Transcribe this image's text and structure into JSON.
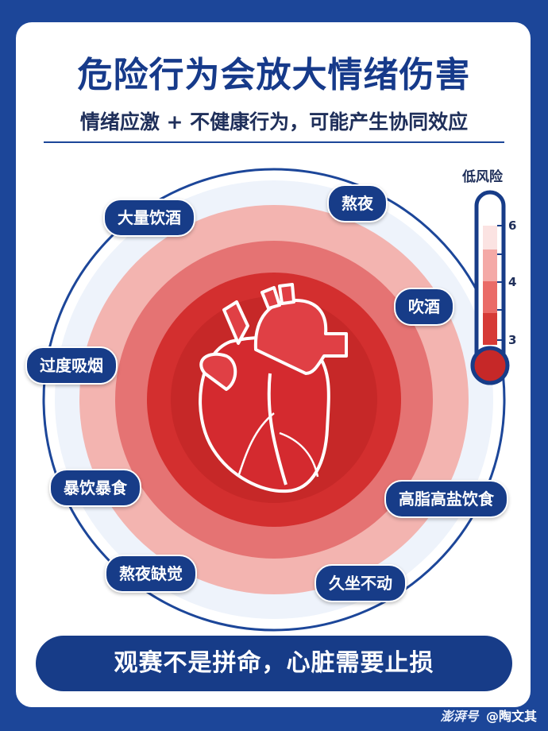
{
  "title": "危险行为会放大情绪伤害",
  "subtitle": "情绪应激 + 不健康行为，可能产生协同效应",
  "risk_labels": [
    "大量饮酒",
    "熬夜",
    "吹酒",
    "过度吸烟",
    "暴饮暴食",
    "高脂高盐饮食",
    "熬夜缺觉",
    "久坐不动"
  ],
  "thermometer": {
    "label": "低风险",
    "ticks": [
      "6",
      "4",
      "3"
    ]
  },
  "banner": "观赛不是拼命，心脏需要止损",
  "watermark": {
    "logo": "澎湃号",
    "author": "@陶文其"
  },
  "colors": {
    "navy": "#173c88",
    "red_dark": "#c81e24",
    "red_mid": "#e0474a",
    "red_light": "#ef9a9a",
    "pale": "#eef3fb"
  }
}
